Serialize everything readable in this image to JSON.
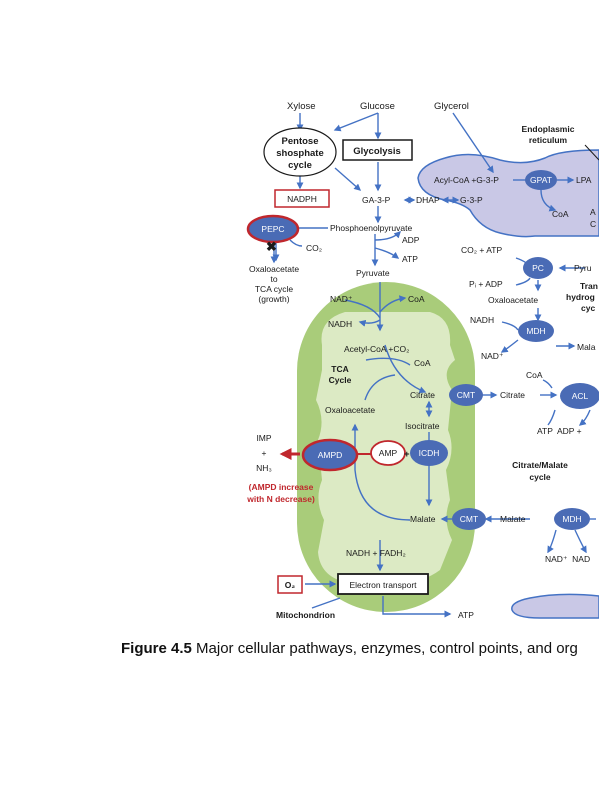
{
  "colors": {
    "arrow": "#4472c4",
    "enzyme_fill": "#4a6bb5",
    "mito_fill": "#a9cc7a",
    "mito_inner": "#dceac4",
    "er_fill": "#c9c8e6",
    "highlight_red": "#c0272d"
  },
  "inputs": {
    "xylose": "Xylose",
    "glucose": "Glucose",
    "glycerol": "Glycerol"
  },
  "pentose": {
    "line1": "Pentose",
    "line2": "shosphate",
    "line3": "cycle"
  },
  "glycolysis": "Glycolysis",
  "nadph": "NADPH",
  "pepc": "PEPC",
  "co2_pepc": "CO₂",
  "oxaloacetate_growth": {
    "line1": "Oxaloacetate",
    "line2": "to",
    "line3": "TCA cycle",
    "line4": "(growth)"
  },
  "ga3p": "GA-3-P",
  "dhap": "DHAP",
  "g3p": "G-3-P",
  "phosphoenolpyruvate": "Phosphoenolpyruvate",
  "adp": "ADP",
  "atp_glyc": "ATP",
  "pyruvate": "Pyruvate",
  "nad_plus_1": "NAD⁺",
  "coa_1": "CoA",
  "nadh_1": "NADH",
  "acetylcoa_co2": "Acetyl-CoA +CO₂",
  "coa_2": "CoA",
  "tca": {
    "line1": "TCA",
    "line2": "Cycle"
  },
  "citrate_mito": "Citrate",
  "oxaloacetate_mito": "Oxaloacetate",
  "isocitrate": "Isocitrate",
  "amp": "AMP",
  "plus": "+",
  "icdh": "ICDH",
  "ampd": "AMPD",
  "imp": {
    "line1": "IMP",
    "line2": "+",
    "line3": "NH₃"
  },
  "ampd_note": {
    "line1": "(AMPD increase",
    "line2": "with N decrease)"
  },
  "malate_mito": "Malate",
  "cmt_1": "CMT",
  "cmt_2": "CMT",
  "nadh_fadh2": "NADH + FADH₂",
  "o2": "O₂",
  "electron_transport": "Electron transport",
  "mitochondrion": "Mitochondrion",
  "atp_out": "ATP",
  "er": {
    "line1": "Endoplasmic",
    "line2": "reticulum"
  },
  "acylcoa_g3p": "Acyl-CoA +G-3-P",
  "gpat": "GPAT",
  "lpa": "LPA",
  "coa_er": "CoA",
  "er_partial1": "A",
  "er_partial2": "C",
  "co2_atp": "CO₂ + ATP",
  "pc": "PC",
  "pyru_partial": "Pyru",
  "pi_adp": "Pᵢ + ADP",
  "oxaloacetate_right": "Oxaloacetate",
  "tran_partial": {
    "line1": "Tran",
    "line2": "hydrog",
    "line3": "cyc"
  },
  "nadh_right": "NADH",
  "mdh_1": "MDH",
  "mala_partial": "Mala",
  "nad_plus_2": "NAD⁺",
  "citrate_right": "Citrate",
  "coa_right": "CoA",
  "acl": "ACL",
  "atp_adp": "ATP  ADP +",
  "citrate_malate_cycle": {
    "line1": "Citrate/Malate",
    "line2": "cycle"
  },
  "malate_right": "Malate",
  "mdh_2": "MDH",
  "nad_plus_nad": "NAD⁺  NAD",
  "caption": {
    "label": "Figure 4.5",
    "text": "Major cellular pathways, enzymes, control points, and org"
  }
}
